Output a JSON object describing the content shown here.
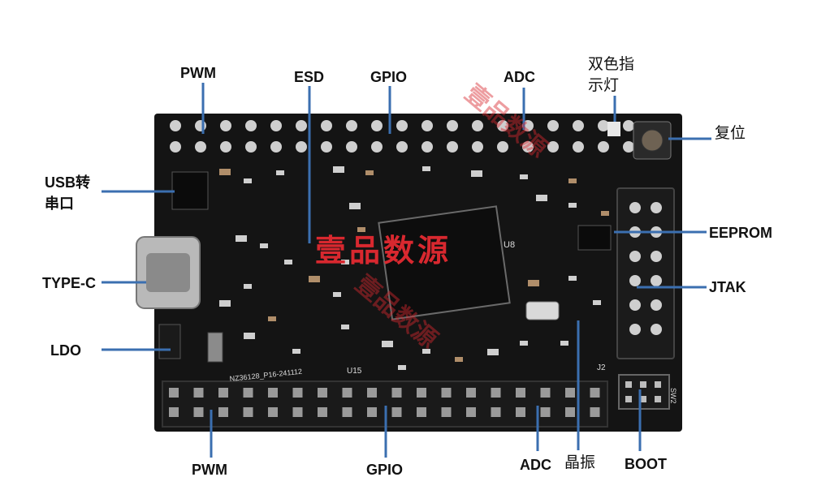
{
  "labels": {
    "pwm_top": "PWM",
    "esd": "ESD",
    "gpio_top": "GPIO",
    "adc_top": "ADC",
    "led": "双色指示灯",
    "reset": "复位",
    "usb_serial": "USB转串口",
    "eeprom": "EEPROM",
    "type_c": "TYPE-C",
    "jtag": "JTAK",
    "ldo": "LDO",
    "pwm_bottom": "PWM",
    "gpio_bottom": "GPIO",
    "adc_bottom": "ADC",
    "crystal": "晶振",
    "boot": "BOOT"
  },
  "watermark": "壹品数源",
  "silkscreen": {
    "chip": "U8",
    "ldo_ref": "U15",
    "header_ref": "J2",
    "sw_ref": "SW2",
    "board_id": "NZ36128_P16-241112"
  },
  "colors": {
    "pcb": "#141414",
    "pad": "#cfcfcf",
    "callout": "#3b6fb0",
    "watermark": "#d8282f"
  }
}
